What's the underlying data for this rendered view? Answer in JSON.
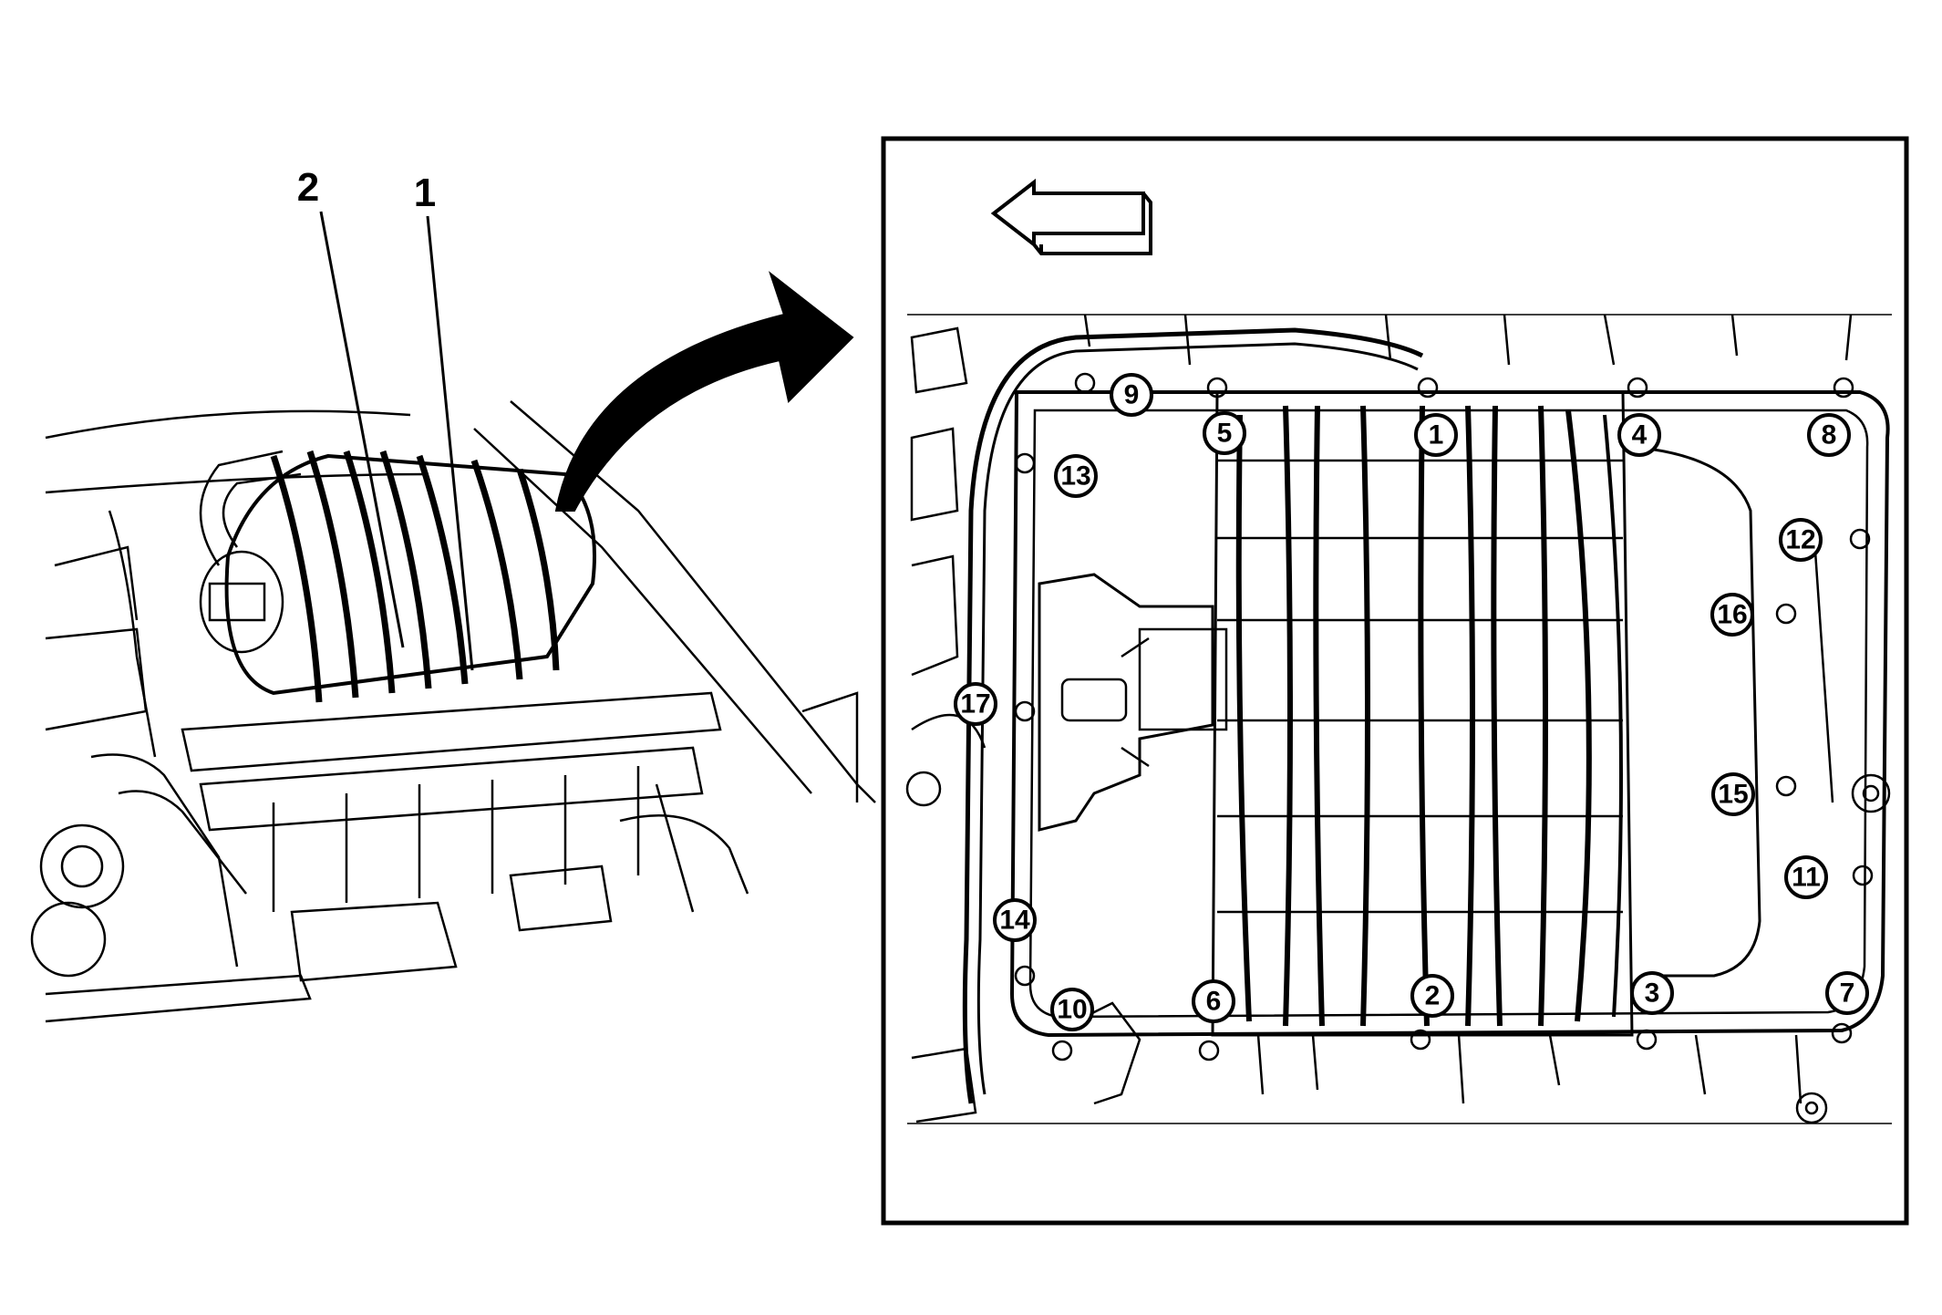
{
  "overview": {
    "labels": [
      {
        "id": "label-2",
        "text": "2"
      },
      {
        "id": "label-1",
        "text": "1"
      }
    ]
  },
  "detail": {
    "front_arrow_icon": "left-arrow-icon",
    "bolt_callouts": [
      "1",
      "2",
      "3",
      "4",
      "5",
      "6",
      "7",
      "8",
      "9",
      "10",
      "11",
      "12",
      "13",
      "14",
      "15",
      "16",
      "17"
    ]
  },
  "colors": {
    "line": "#000000",
    "background": "#ffffff"
  }
}
